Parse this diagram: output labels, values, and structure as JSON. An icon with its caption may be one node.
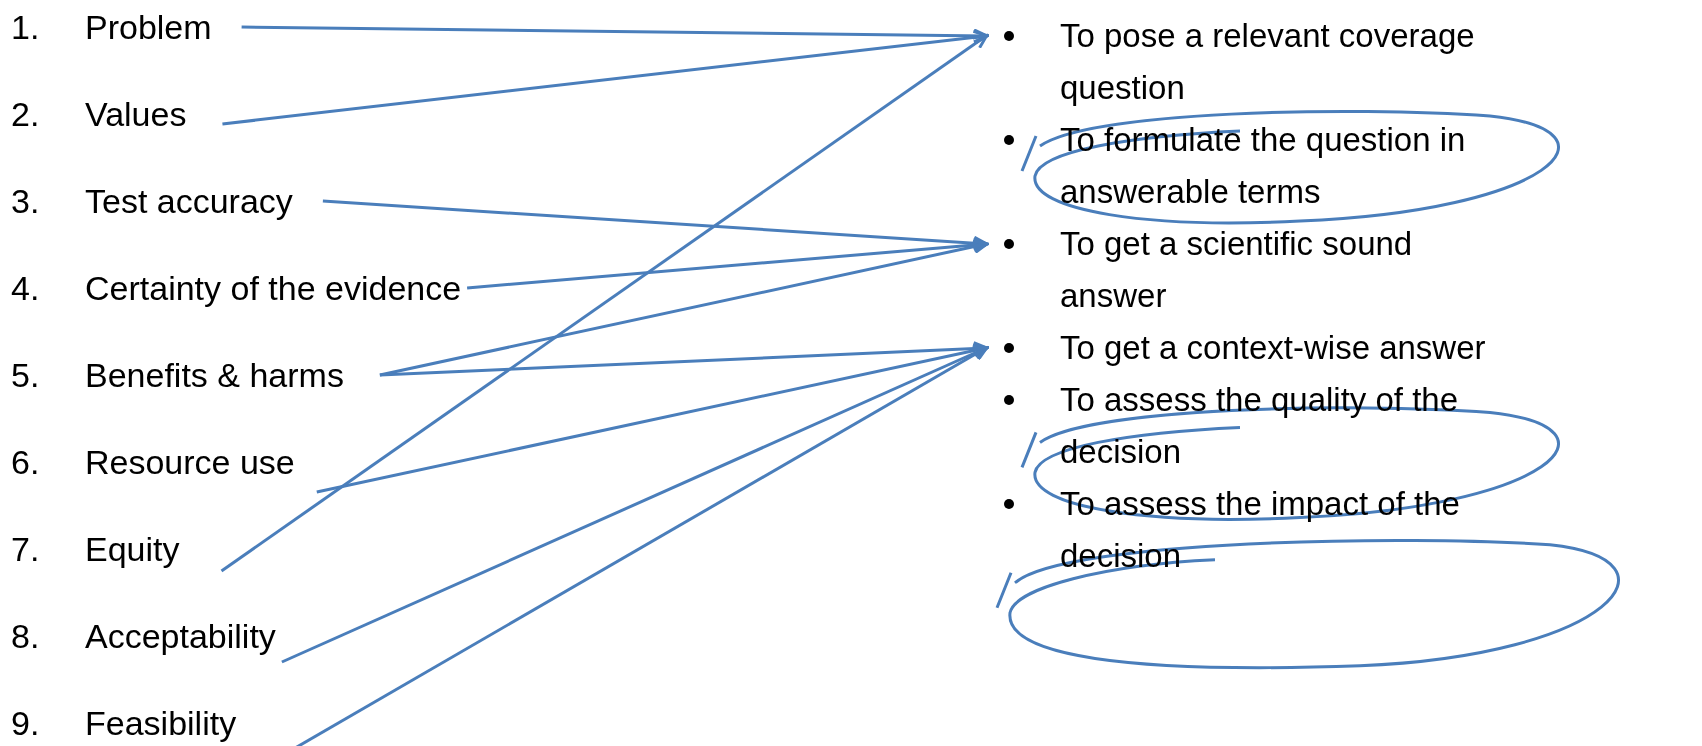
{
  "diagram": {
    "nodes": [
      {
        "text": [
          "1.",
          "Problem"
        ]
      },
      {
        "text": [
          "2.",
          "Values"
        ]
      },
      {
        "text": [
          "3.",
          "Test accuracy"
        ]
      },
      {
        "text": [
          "4.",
          "Certainty of the evidence"
        ]
      },
      {
        "text": [
          "5.",
          "Benefits & harms"
        ]
      },
      {
        "text": [
          "6.",
          "Resource use"
        ]
      },
      {
        "text": [
          "7.",
          "Equity"
        ]
      },
      {
        "text": [
          "8.",
          "Acceptability"
        ]
      },
      {
        "text": [
          "9.",
          "Feasibility"
        ]
      },
      {
        "text": [
          "To pose a relevant coverage question"
        ]
      },
      {
        "text": [
          "To formulate the question in answerable terms"
        ]
      },
      {
        "text": [
          "To get a scientific sound answer"
        ]
      },
      {
        "text": [
          "To get a context-wise answer"
        ]
      },
      {
        "text": [
          "To assess the quality of the decision"
        ]
      },
      {
        "text": [
          "To assess the impact of the decision"
        ]
      }
    ],
    "edges": [
      {
        "from": 0,
        "to": 9,
        "arrow": "to"
      },
      {
        "from": 1,
        "to": 9,
        "arrow": "to"
      },
      {
        "from": 2,
        "to": 11,
        "arrow": "to"
      },
      {
        "from": 3,
        "to": 11,
        "arrow": "to"
      },
      {
        "from": 4,
        "to": 11,
        "arrow": "to"
      },
      {
        "from": 4,
        "to": 12,
        "arrow": "to"
      },
      {
        "from": 5,
        "to": 12,
        "arrow": "to"
      },
      {
        "from": 6,
        "to": 9,
        "arrow": "to"
      },
      {
        "from": 7,
        "to": 12,
        "arrow": "to"
      },
      {
        "from": 8,
        "to": 12,
        "arrow": "to"
      }
    ]
  }
}
